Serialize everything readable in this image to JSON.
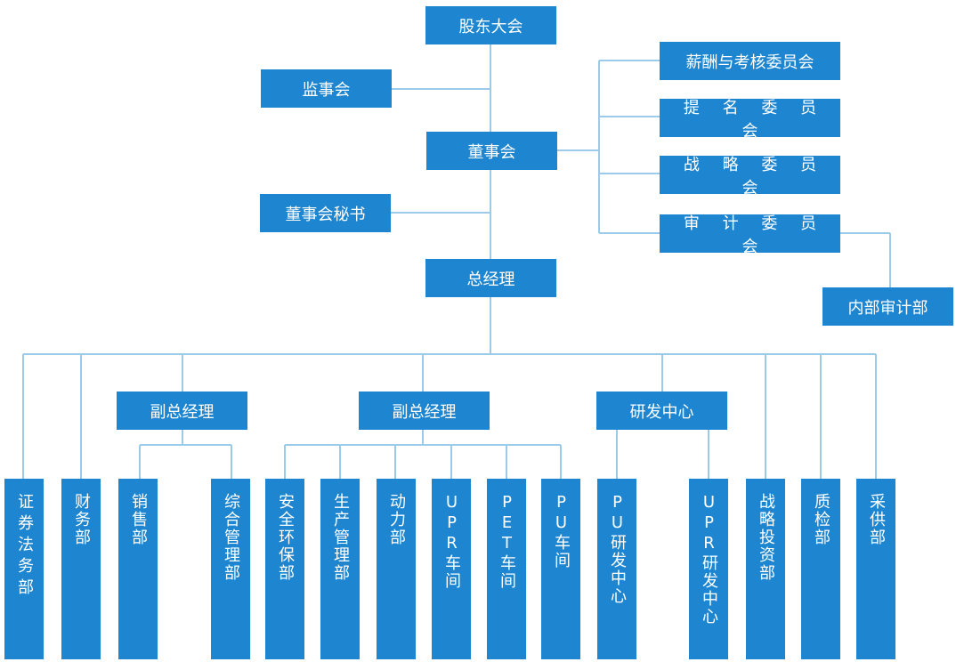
{
  "colors": {
    "box_fill": "#1e86d0",
    "connector": "#9ccbea",
    "text": "#ffffff"
  },
  "top": {
    "shareholders": "股东大会",
    "supervisors": "监事会",
    "board": "董事会",
    "board_secretary": "董事会秘书",
    "general_manager": "总经理"
  },
  "committees": {
    "compensation": "薪酬与考核委员会",
    "nomination": "提 名 委 员 会",
    "strategy": "战 略 委 员 会",
    "audit": "审 计 委 员 会",
    "internal_audit": "内部审计部"
  },
  "mid": {
    "vp_left": "副总经理",
    "vp_center": "副总经理",
    "rd_center": "研发中心"
  },
  "departments": {
    "securities_legal": "证券法务部",
    "finance": "财务部",
    "sales": "销售部",
    "general_admin": "综合管理部",
    "safety_env": "安全环保部",
    "production": "生产管理部",
    "power": "动力部",
    "upr_workshop": "UPR车间",
    "pet_workshop": "PET车间",
    "pu_workshop": "PU车间",
    "pu_rd": "PU研发中心",
    "upr_rd": "UPR研发中心",
    "strategic_investment": "战略投资部",
    "quality": "质检部",
    "procurement": "采供部"
  }
}
